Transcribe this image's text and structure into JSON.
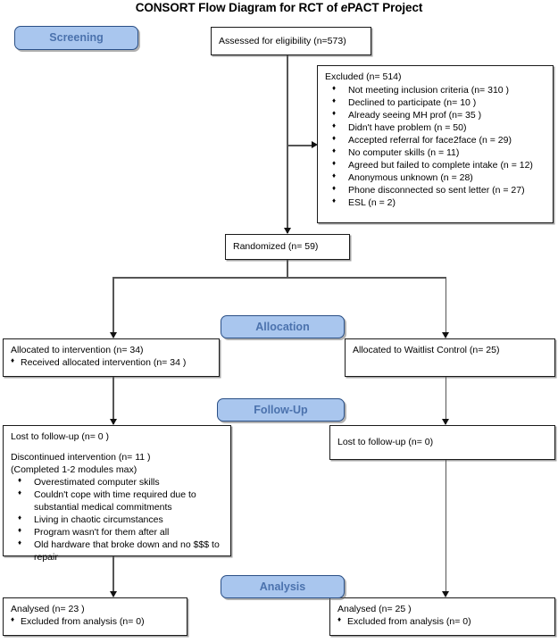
{
  "title": {
    "before": "CONSORT Flow Diagram for RCT of ",
    "italic": "e",
    "after": "PACT Project"
  },
  "stages": {
    "screening": "Screening",
    "allocation": "Allocation",
    "followup": "Follow-Up",
    "analysis": "Analysis"
  },
  "colors": {
    "stage_fill": "#a9c6ee",
    "stage_border": "#2a4f86",
    "stage_text": "#4b72ad",
    "box_border": "#1a1a1a",
    "connector": "#555555"
  },
  "boxes": {
    "assessed": {
      "text": "Assessed for eligibility (n=573)"
    },
    "excluded": {
      "header": "Excluded (n= 514)",
      "items": [
        "Not meeting inclusion criteria (n= 310 )",
        "Declined to participate (n= 10 )",
        "Already seeing MH prof (n= 35 )",
        "Didn't have problem (n = 50)",
        "Accepted referral for face2face (n = 29)",
        "No computer skills (n = 11)",
        "Agreed but failed to complete intake (n = 12)",
        "Anonymous unknown (n = 28)",
        "Phone disconnected so sent letter (n = 27)",
        "ESL (n = 2)"
      ]
    },
    "randomized": {
      "text": "Randomized (n= 59)"
    },
    "alloc_intervention": {
      "header": "Allocated to intervention (n= 34)",
      "items": [
        "Received allocated intervention (n= 34 )"
      ]
    },
    "alloc_control": {
      "header": "Allocated to Waitlist Control (n= 25)",
      "items": []
    },
    "followup_left": {
      "lost": "Lost to follow-up (n= 0 )",
      "discontinued": "Discontinued intervention (n= 11 )",
      "note": "(Completed 1-2 modules max)",
      "items": [
        "Overestimated computer skills",
        "Couldn't cope with time required due to substantial medical commitments",
        "Living in chaotic circumstances",
        "Program wasn't for them after all",
        "Old hardware that broke down and no $$$ to repair"
      ]
    },
    "followup_right": {
      "lost": "Lost to follow-up (n= 0)"
    },
    "analysis_left": {
      "header": "Analysed  (n= 23 )",
      "items": [
        "Excluded from analysis  (n= 0)"
      ]
    },
    "analysis_right": {
      "header": "Analysed  (n= 25 )",
      "items": [
        "Excluded from analysis  (n= 0)"
      ]
    }
  }
}
